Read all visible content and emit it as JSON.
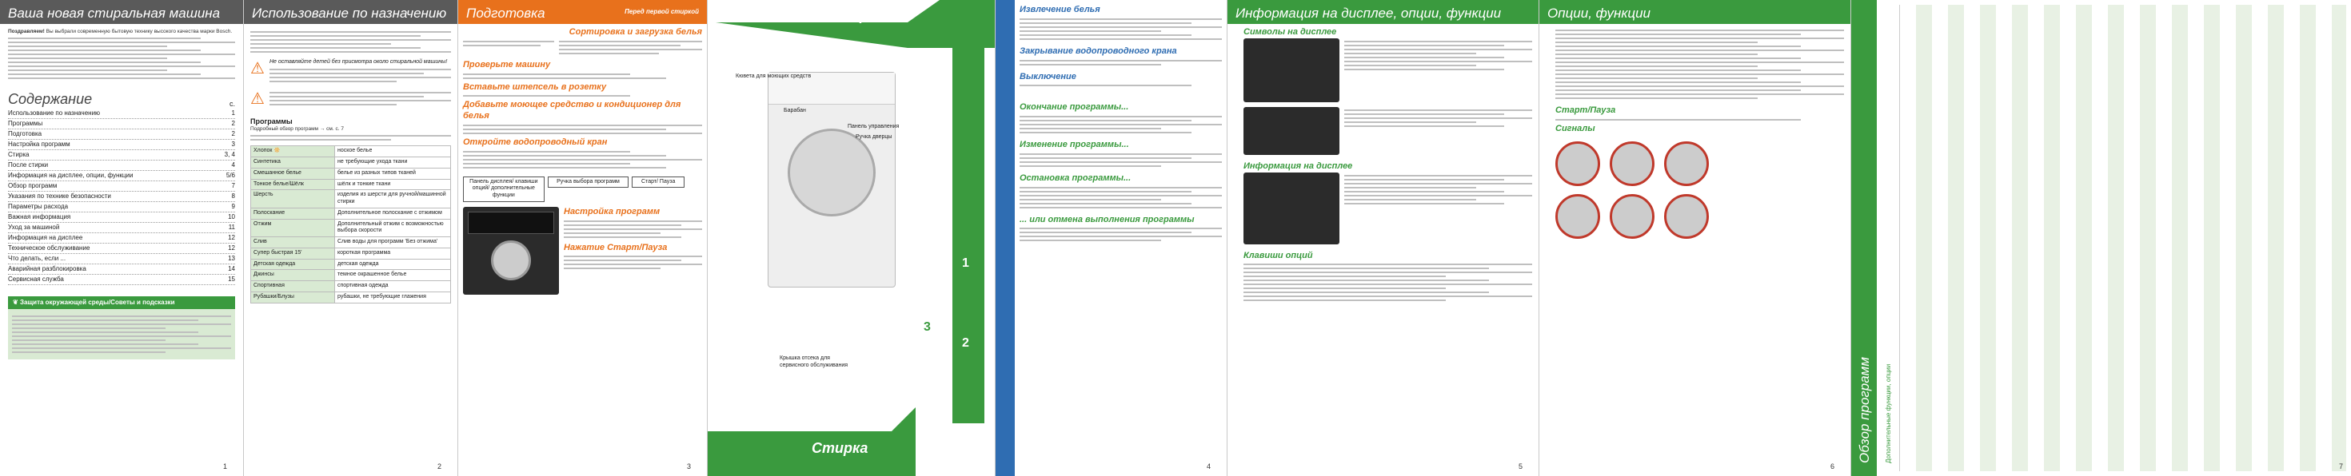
{
  "p1": {
    "title": "Ваша новая стиральная машина",
    "intro_bold": "Поздравляем!",
    "intro": "Вы выбрали современную бытовую технику высокого качества марки Bosch.",
    "toc_title": "Содержание",
    "toc_c": "с.",
    "toc": [
      [
        "Использование по назначению",
        "1"
      ],
      [
        "Программы",
        "2"
      ],
      [
        "Подготовка",
        "2"
      ],
      [
        "Настройка программ",
        "3"
      ],
      [
        "Стирка",
        "3, 4"
      ],
      [
        "После стирки",
        "4"
      ],
      [
        "Информация на дисплее, опции, функции",
        "5/6"
      ],
      [
        "Обзор программ",
        "7"
      ],
      [
        "Указания по технике безопасности",
        "8"
      ],
      [
        "Параметры расхода",
        "9"
      ],
      [
        "Важная информация",
        "10"
      ],
      [
        "Уход за машиной",
        "11"
      ],
      [
        "Информация на дисплее",
        "12"
      ],
      [
        "Техническое обслуживание",
        "12"
      ],
      [
        "Что делать, если ...",
        "13"
      ],
      [
        "Аварийная разблокировка",
        "14"
      ],
      [
        "Сервисная служба",
        "15"
      ]
    ],
    "eco": "Защита окружающей среды/Советы и подсказки",
    "num": "1"
  },
  "p2": {
    "title": "Использование по назначению",
    "programs": "Программы",
    "programs_text": "Подробный обзор программ → см. с. 7",
    "warn": "Не оставляйте детей без присмотра около стиральной машины!",
    "num": "2",
    "rows": [
      [
        "Хлопок 🔅",
        "ноское белье"
      ],
      [
        "Синтетика",
        "не требующие ухода ткани"
      ],
      [
        "Смешанное белье",
        "белье из разных типов тканей"
      ],
      [
        "Тонкое белье/Шёлк",
        "шёлк и тонкие ткани"
      ],
      [
        "Шерсть",
        "изделия из шерсти для ручной/машинной стирки"
      ],
      [
        "Полоскание",
        "Дополнительное полоскание с отжимом"
      ],
      [
        "Отжим",
        "Дополнительный отжим с возможностью выбора скорости"
      ],
      [
        "Слив",
        "Слив воды для программ 'Без отжима'"
      ],
      [
        "Супер быстрая 15'",
        "короткая программа"
      ],
      [
        "Детская одежда",
        "детская одежда"
      ],
      [
        "Джинсы",
        "темное окрашенное белье"
      ],
      [
        "Спортивная",
        "спортивная одежда"
      ],
      [
        "Рубашки/Блузы",
        "рубашки, не требующие глажения"
      ]
    ]
  },
  "p3": {
    "title": "Подготовка",
    "sub": "Перед первой стиркой",
    "s1": "Сортировка и загрузка белья",
    "s2": "Проверьте машину",
    "s3": "Вставьте штепсель в розетку",
    "s4": "Откройте водопроводный кран",
    "s5": "Добавьте моющее средство и кондиционер для белья",
    "s6": "Настройка программ",
    "s7": "Нажатие Старт/Пауза",
    "lbl1": "Панель дисплея/ клавиши опций/ дополнительные функции",
    "lbl2": "Ручка выбора программ",
    "lbl3": "Старт/ Пауза",
    "num": "3"
  },
  "p4": {
    "title": "Стирка",
    "title2": "Стирка",
    "cap1": "Кювета для моющих средств",
    "cap2": "Барабан",
    "cap3": "Панель управления",
    "cap4": "Ручка дверцы",
    "cap5": "Крышка отсека для сервисного обслуживания",
    "n1": "1",
    "n2": "2",
    "n3": "3",
    "num": "4"
  },
  "p5": {
    "s1": "Извлечение белья",
    "s2": "Закрывание водопроводного крана",
    "s3": "Выключение",
    "s4": "Окончание программы...",
    "s5": "Изменение программы...",
    "s6": "Остановка программы...",
    "s7": "... или отмена выполнения программы",
    "num": "4"
  },
  "p6": {
    "title": "Информация на дисплее, опции, функции",
    "s1": "Символы на дисплее",
    "s2": "Информация на дисплее",
    "s3": "Клавиши опций",
    "num": "5"
  },
  "p7": {
    "title": "Опции, функции",
    "s1": "Старт/Пауза",
    "s2": "Сигналы",
    "num": "6"
  },
  "p8": {
    "title": "Обзор программ",
    "sub": "Дополнительные функции, опции",
    "num": "7"
  }
}
